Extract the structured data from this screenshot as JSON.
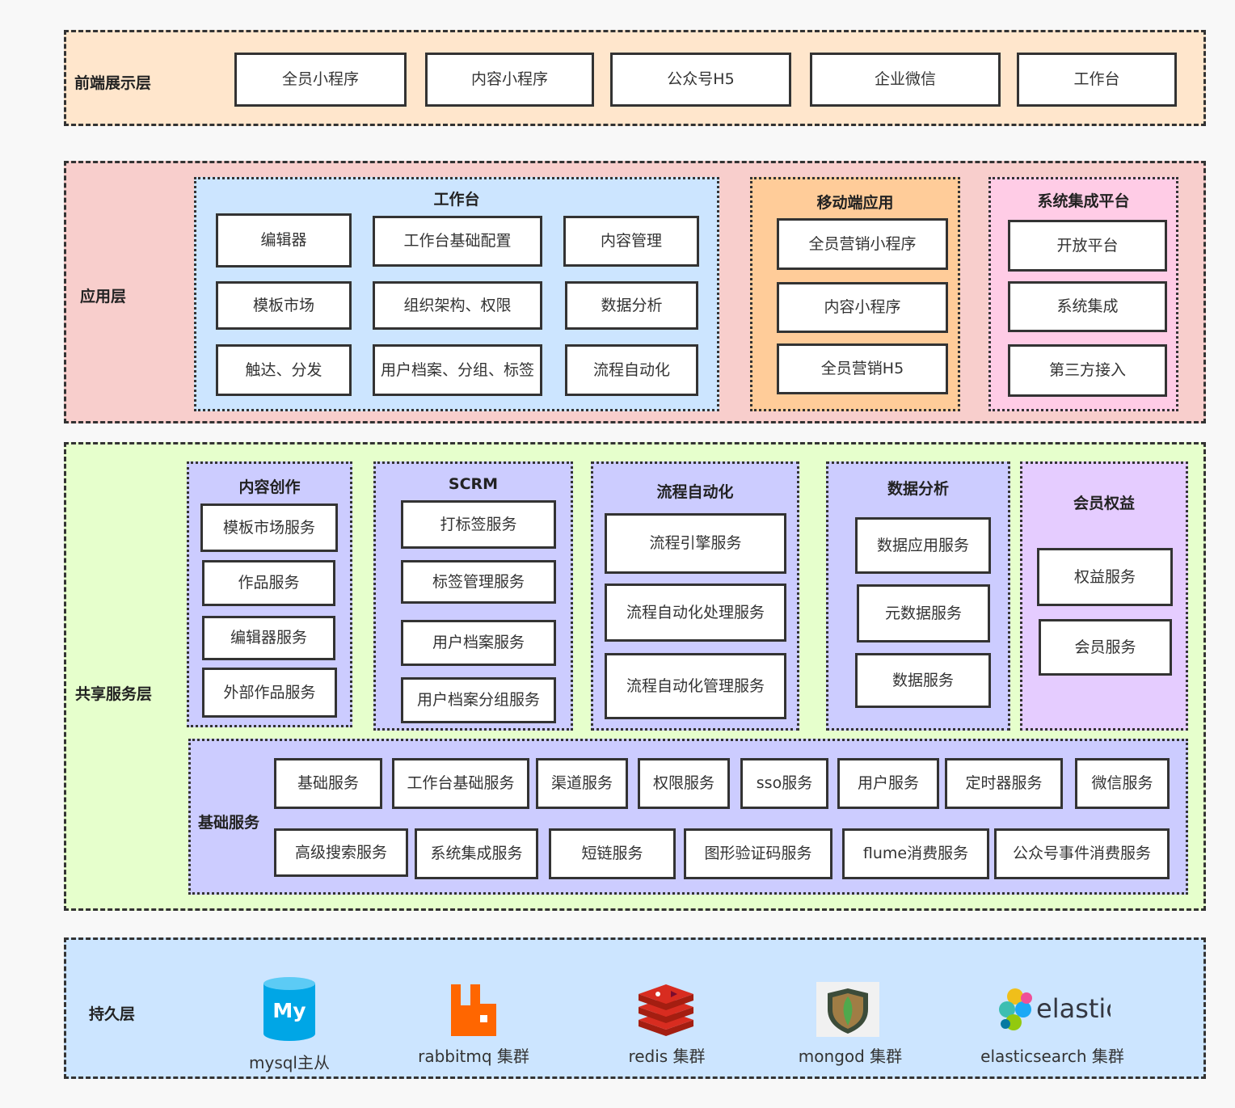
{
  "colors": {
    "frontend_bg": "#ffe6cc",
    "app_bg": "#f8cecc",
    "shared_bg": "#e6ffcc",
    "persist_bg": "#cce5ff",
    "workbench_bg": "#cce5ff",
    "mobile_bg": "#ffcc99",
    "integration_bg": "#ffcce6",
    "service_group_bg": "#ccccff",
    "member_bg": "#e5ccff"
  },
  "frontend": {
    "label": "前端展示层",
    "items": [
      "全员小程序",
      "内容小程序",
      "公众号H5",
      "企业微信",
      "工作台"
    ]
  },
  "application": {
    "label": "应用层",
    "workbench": {
      "title": "工作台",
      "items": [
        "编辑器",
        "工作台基础配置",
        "内容管理",
        "模板市场",
        "组织架构、权限",
        "数据分析",
        "触达、分发",
        "用户档案、分组、标签",
        "流程自动化"
      ]
    },
    "mobile": {
      "title": "移动端应用",
      "items": [
        "全员营销小程序",
        "内容小程序",
        "全员营销H5"
      ]
    },
    "integration": {
      "title": "系统集成平台",
      "items": [
        "开放平台",
        "系统集成",
        "第三方接入"
      ]
    }
  },
  "shared": {
    "label": "共享服务层",
    "content_creation": {
      "title": "内容创作",
      "items": [
        "模板市场服务",
        "作品服务",
        "编辑器服务",
        "外部作品服务"
      ]
    },
    "scrm": {
      "title": "SCRM",
      "items": [
        "打标签服务",
        "标签管理服务",
        "用户档案服务",
        "用户档案分组服务"
      ]
    },
    "workflow": {
      "title": "流程自动化",
      "items": [
        "流程引擎服务",
        "流程自动化处理服务",
        "流程自动化管理服务"
      ]
    },
    "analytics": {
      "title": "数据分析",
      "items": [
        "数据应用服务",
        "元数据服务",
        "数据服务"
      ]
    },
    "member": {
      "title": "会员权益",
      "items": [
        "权益服务",
        "会员服务"
      ]
    },
    "basic": {
      "title": "基础服务",
      "row1": [
        "基础服务",
        "工作台基础服务",
        "渠道服务",
        "权限服务",
        "sso服务",
        "用户服务",
        "定时器服务",
        "微信服务"
      ],
      "row2": [
        "高级搜索服务",
        "系统集成服务",
        "短链服务",
        "图形验证码服务",
        "flume消费服务",
        "公众号事件消费服务"
      ]
    }
  },
  "persistence": {
    "label": "持久层",
    "items": [
      {
        "icon": "mysql-icon",
        "icon_text": "My",
        "caption": "mysql主从"
      },
      {
        "icon": "rabbitmq-icon",
        "caption": "rabbitmq 集群"
      },
      {
        "icon": "redis-icon",
        "caption": "redis 集群"
      },
      {
        "icon": "mongodb-icon",
        "caption": "mongod 集群"
      },
      {
        "icon": "elastic-icon",
        "icon_text": "elastic",
        "caption": "elasticsearch 集群"
      }
    ]
  }
}
